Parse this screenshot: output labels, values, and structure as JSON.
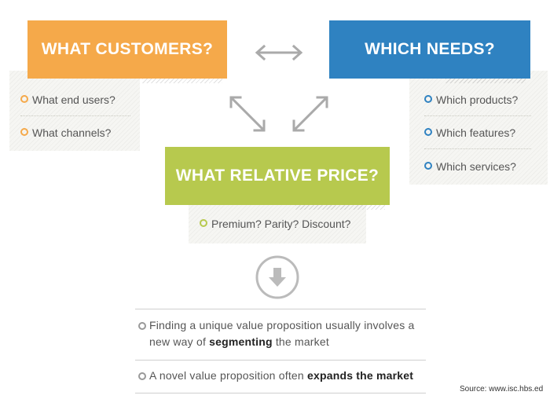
{
  "customers": {
    "title": "WHAT CUSTOMERS?",
    "items": [
      "What end users?",
      "What channels?"
    ],
    "color": "#f5a94a"
  },
  "needs": {
    "title": "WHICH NEEDS?",
    "items": [
      "Which products?",
      "Which features?",
      "Which services?"
    ],
    "color": "#2f82c1"
  },
  "price": {
    "title": "WHAT RELATIVE PRICE?",
    "items": [
      "Premium? Parity? Discount?"
    ],
    "color": "#b7c94e"
  },
  "conclusions": {
    "item1_pre": "Finding a unique value proposition usually involves a new way of",
    "item1_bold": "segmenting",
    "item1_post": "the market",
    "item2_pre": "A novel value proposition often",
    "item2_bold": "expands the market"
  },
  "icons": {
    "double_arrow": "double-arrow-icon",
    "down_arrow": "circle-down-arrow-icon"
  },
  "source": "Source: www.isc.hbs.ed"
}
